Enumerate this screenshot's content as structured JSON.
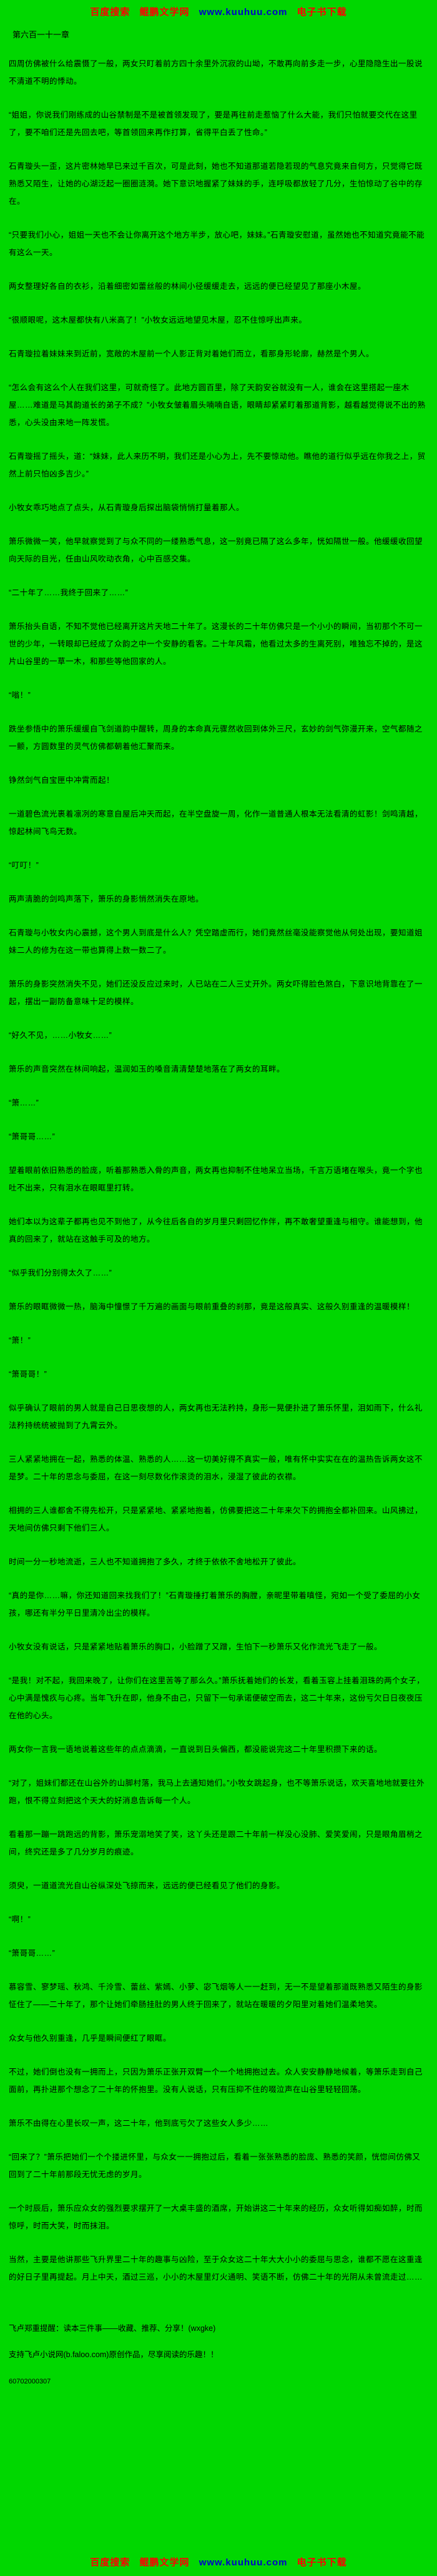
{
  "banner": {
    "prefix": "百度搜索",
    "site": "鲲鹏文学网",
    "url": "www.kuuhuu.com",
    "suffix": "电子书下载"
  },
  "chapter_title": "第六百一十一章",
  "paragraphs": [
    "四周仿佛被什么给震慑了一般，两女只盯着前方四十余里外沉寂的山坳，不敢再向前多走一步，心里隐隐生出一股说不清道不明的悸动。",
    "“姐姐，你说我们刚练成的山谷禁制是不是被首领发现了，要是再往前走惹恼了什么大能，我们只怕就要交代在这里了，要不咱们还是先回去吧，等首领回来再作打算，省得平白丢了性命。”",
    "石青璇头一歪，这片密林她早已来过千百次，可是此刻，她也不知道那道若隐若现的气息究竟来自何方，只觉得它既熟悉又陌生，让她的心湖泛起一圈圈涟漪。她下意识地握紧了妹妹的手，连呼吸都放轻了几分，生怕惊动了谷中的存在。",
    "“只要我们小心，姐姐一天也不会让你离开这个地方半步，放心吧，妹妹。”石青璇安慰道，虽然她也不知道究竟能不能有这么一天。",
    "两女整理好各自的衣衫，沿着细密如蕾丝般的林间小径缓缓走去，远远的便已经望见了那座小木屋。",
    "“很顺眼呢，这木屋都快有八米高了！”小牧女远远地望见木屋，忍不住惊呼出声来。",
    "石青璇拉着妹妹来到近前，宽敞的木屋前一个人影正背对着她们而立，看那身形轮廓，赫然是个男人。",
    "“怎么会有这么个人在我们这里，可就奇怪了。此地方圆百里，除了天韵安谷就没有一人，谁会在这里搭起一座木屋……难道是马其韵道长的弟子不成？”小牧女皱着眉头喃喃自语，眼睛却紧紧盯着那道背影，越看越觉得说不出的熟悉，心头没由来地一阵发慌。",
    "石青璇摇了摇头，道：“妹妹，此人来历不明，我们还是小心为上，先不要惊动他。瞧他的道行似乎远在你我之上，贸然上前只怕凶多吉少。”",
    "小牧女乖巧地点了点头，从石青璇身后探出脑袋悄悄打量着那人。",
    "箫乐微微一笑，他早就察觉到了与众不同的一缕熟悉气息，这一别竟已隔了这么多年，恍如隔世一般。他缓缓收回望向天际的目光，任由山风吹动衣角，心中百感交集。",
    "“二十年了……我终于回来了……”",
    "箫乐抬头自语，不知不觉他已经离开这片天地二十年了。这漫长的二十年仿佛只是一个小小的瞬间，当初那个不可一世的少年，一转眼却已经成了众韵之中一个安静的看客。二十年风霜，他看过太多的生离死别，唯独忘不掉的，是这片山谷里的一草一木，和那些等他回家的人。",
    "“嗡！”",
    "跌坐参悟中的箫乐缓缓自飞剑道韵中醒转，周身的本命真元骤然收回到体外三尺，玄妙的剑气弥漫开来，空气都随之一颤，方圆数里的灵气仿佛都朝着他汇聚而来。",
    "铮然剑气自宝匣中冲霄而起！",
    "一道碧色流光裹着凛冽的寒意自屋后冲天而起，在半空盘旋一周，化作一道普通人根本无法看清的虹影！剑鸣清越，惊起林间飞鸟无数。",
    "“叮叮！”",
    "两声清脆的剑鸣声落下，箫乐的身影悄然消失在原地。",
    "石青璇与小牧女内心震撼，这个男人到底是什么人？凭空踏虚而行，她们竟然丝毫没能察觉他从何处出现，要知道姐妹二人的修为在这一带也算得上数一数二了。",
    "箫乐的身影突然消失不见，她们还没反应过来时，人已站在二人三丈开外。两女吓得脸色煞白，下意识地背靠在了一起，摆出一副防备意味十足的模样。",
    "“好久不见，……小牧女……”",
    "箫乐的声音突然在林间响起，温润如玉的嗓音清清楚楚地落在了两女的耳畔。",
    "“箫……”",
    "“箫哥哥……”",
    "望着眼前依旧熟悉的脸庞，听着那熟悉入骨的声音，两女再也抑制不住地呆立当场，千言万语堵在喉头，竟一个字也吐不出来，只有泪水在眼眶里打转。",
    "她们本以为这辈子都再也见不到他了，从今往后各自的岁月里只剩回忆作伴，再不敢奢望重逢与相守。谁能想到，他真的回来了，就站在这触手可及的地方。",
    "“似乎我们分别得太久了……”",
    "箫乐的眼眶微微一热，脑海中憧憬了千万遍的画面与眼前重叠的刹那，竟是这般真实、这般久别重逢的温暖模样！",
    "“箫！”",
    "“箫哥哥！”",
    "似乎确认了眼前的男人就是自己日思夜想的人，两女再也无法矜持，身形一晃便扑进了箫乐怀里，泪如雨下，什么礼法矜持统统被抛到了九霄云外。",
    "三人紧紧地拥在一起，熟悉的体温、熟悉的人……这一切美好得不真实一般，唯有怀中实实在在的温热告诉两女这不是梦。二十年的思念与委屈，在这一刻尽数化作滚烫的泪水，浸湿了彼此的衣襟。",
    "相拥的三人谁都舍不得先松开，只是紧紧地、紧紧地抱着，仿佛要把这二十年来欠下的拥抱全都补回来。山风拂过，天地间仿佛只剩下他们三人。",
    "时间一分一秒地流逝，三人也不知道拥抱了多久，才终于依依不舍地松开了彼此。",
    "“真的是你……嘛，你还知道回来找我们了！”石青璇捶打着箫乐的胸膛，亲昵里带着嗔怪，宛如一个受了委屈的小女孩，哪还有半分平日里清冷出尘的模样。",
    "小牧女没有说话，只是紧紧地贴着箫乐的胸口，小脸蹭了又蹭，生怕下一秒箫乐又化作流光飞走了一般。",
    "“是我！对不起，我回来晚了，让你们在这里苦等了那么久。”箫乐抚着她们的长发，看着玉容上挂着泪珠的两个女子，心中满是愧疚与心疼。当年飞升在即，他身不由己，只留下一句承诺便破空而去，这二十年来，这份亏欠日日夜夜压在他的心头。",
    "两女你一言我一语地说着这些年的点点滴滴，一直说到日头偏西，都没能说完这二十年里积攒下来的话。",
    "“对了，姐妹们都还在山谷外的山脚村落，我马上去通知她们。”小牧女跳起身，也不等箫乐说话，欢天喜地地就要往外跑，恨不得立刻把这个天大的好消息告诉每一个人。",
    "看着那一蹦一跳跑远的背影，箫乐宠溺地笑了笑，这丫头还是跟二十年前一样没心没肺、爱笑爱闹，只是眼角眉梢之间，终究还是多了几分岁月的痕迹。",
    "须臾，一道道流光自山谷纵深处飞掠而来，远远的便已经看见了他们的身影。",
    "“啊！”",
    "“箫哥哥……”",
    "慕容雪、寥梦瑶、秋鸿、千泠雪、蕾丝、紫嫣、小萝、宓飞烟等人一一赶到，无一不是望着那道既熟悉又陌生的身影怔住了——二十年了，那个让她们牵肠挂肚的男人终于回来了，就站在暖暖的夕阳里对着她们温柔地笑。",
    "众女与他久别重逢，几乎是瞬间便红了眼眶。",
    "不过，她们倒也没有一拥而上，只因为箫乐正张开双臂一个一个地拥抱过去。众人安安静静地候着，等箫乐走到自己面前，再扑进那个想念了二十年的怀抱里。没有人说话，只有压抑不住的啜泣声在山谷里轻轻回荡。",
    "箫乐不由得在心里长叹一声，这二十年，他到底亏欠了这些女人多少……",
    "“回来了？”箫乐把她们一个个搂进怀里，与众女一一拥抱过后，看着一张张熟悉的脸庞、熟悉的笑颜，恍惚间仿佛又回到了二十年前那段无忧无虑的岁月。",
    "一个时辰后，箫乐应众女的强烈要求摆开了一大桌丰盛的酒席，开始讲这二十年来的经历，众女听得如痴如醉，时而惊呼，时而大笑，时而抹泪。",
    "当然，主要是他讲那些飞升界里二十年的趣事与凶险，至于众女这二十年大大小小的委屈与思念，谁都不愿在这重逢的好日子里再提起。月上中天，酒过三巡，小小的木屋里灯火通明、笑语不断，仿佛二十年的光阴从未曾流走过……"
  ],
  "bottom": {
    "notice": "飞卢郑重提醒：读本三件事——收藏、推荐、分享！(wxgke)",
    "support": "支持飞卢小说网(b.faloo.com)原创作品，尽享阅读的乐趣！！",
    "code": "60702000307"
  },
  "colors": {
    "background": "#00d700",
    "banner_red": "#ff0000",
    "banner_blue": "#0000cc",
    "text": "#000000"
  }
}
